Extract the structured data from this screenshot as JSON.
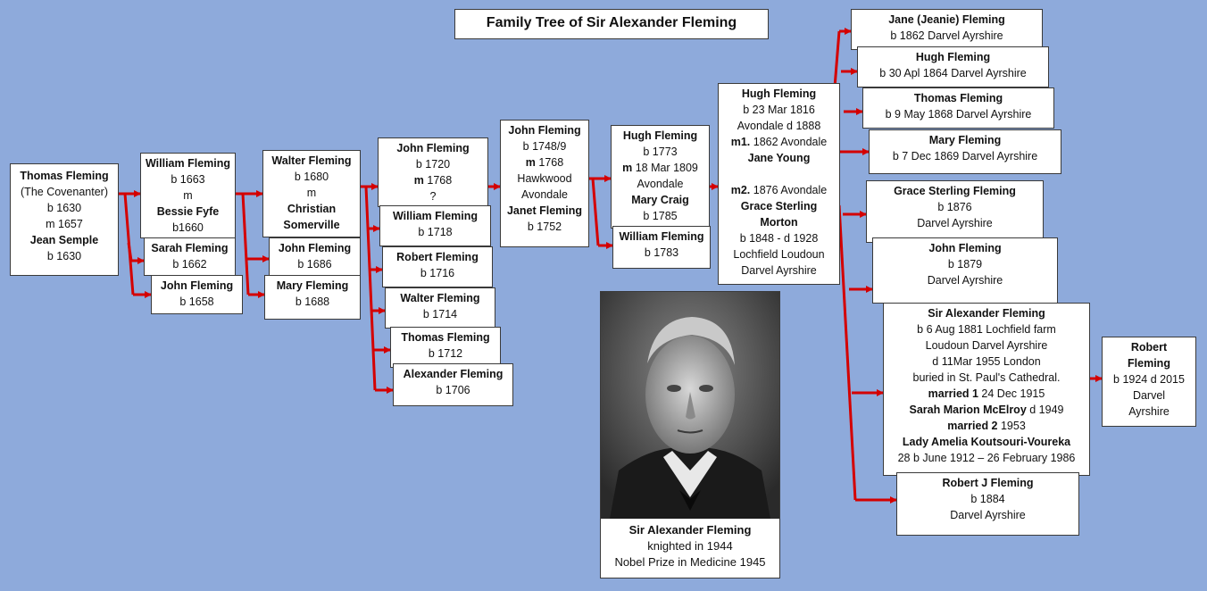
{
  "title": "Family Tree of Sir Alexander Fleming",
  "colors": {
    "background": "#8eaadb",
    "connector": "#d40000",
    "box": "#ffffff"
  },
  "boxes": {
    "thomas_covenanter": [
      {
        "t": "Thomas Fleming",
        "b": true
      },
      {
        "t": "(The Covenanter)"
      },
      {
        "t": "b 1630"
      },
      {
        "t": "m 1657"
      },
      {
        "t": "Jean Semple",
        "b": true
      },
      {
        "t": "b 1630"
      }
    ],
    "william_1663": [
      {
        "t": "William Fleming",
        "b": true
      },
      {
        "t": "b 1663"
      },
      {
        "t": "m"
      },
      {
        "t": "Bessie Fyfe",
        "b": true
      },
      {
        "t": "b1660"
      }
    ],
    "sarah_1662": [
      {
        "t": "Sarah Fleming",
        "b": true
      },
      {
        "t": "b 1662"
      }
    ],
    "john_1658": [
      {
        "t": "John Fleming",
        "b": true
      },
      {
        "t": "b 1658"
      }
    ],
    "walter_1680": [
      {
        "t": "Walter Fleming",
        "b": true
      },
      {
        "t": "b 1680"
      },
      {
        "t": "m"
      },
      {
        "t": "Christian",
        "b": true
      },
      {
        "t": "Somerville",
        "b": true
      }
    ],
    "john_1686": [
      {
        "t": "John Fleming",
        "b": true
      },
      {
        "t": "b 1686"
      }
    ],
    "mary_1688": [
      {
        "t": "Mary  Fleming",
        "b": true
      },
      {
        "t": "b 1688"
      }
    ],
    "john_1720": [
      {
        "t": "John Fleming",
        "b": true
      },
      {
        "t": "b 1720"
      },
      {
        "t": "m  1768",
        "mb": true
      },
      {
        "t": "?"
      }
    ],
    "william_1718": [
      {
        "t": "William Fleming",
        "b": true
      },
      {
        "t": "b 1718"
      }
    ],
    "robert_1716": [
      {
        "t": "Robert Fleming",
        "b": true
      },
      {
        "t": "b 1716"
      }
    ],
    "walter_1714": [
      {
        "t": "Walter Fleming",
        "b": true
      },
      {
        "t": "b 1714"
      }
    ],
    "thomas_1712": [
      {
        "t": "Thomas Fleming",
        "b": true
      },
      {
        "t": "b 1712"
      }
    ],
    "alexander_1706": [
      {
        "t": "Alexander Fleming",
        "b": true
      },
      {
        "t": "b 1706"
      }
    ],
    "john_1748": [
      {
        "t": "John Fleming",
        "b": true
      },
      {
        "t": "b 1748/9"
      },
      {
        "t": "m  1768",
        "mb": true
      },
      {
        "t": "Hawkwood"
      },
      {
        "t": "Avondale"
      },
      {
        "t": "Janet Fleming",
        "b": true
      },
      {
        "t": "b 1752"
      }
    ],
    "hugh_1773": [
      {
        "t": "Hugh Fleming",
        "b": true
      },
      {
        "t": "b 1773"
      },
      {
        "t": "m  18 Mar 1809",
        "mb": true
      },
      {
        "t": "Avondale"
      },
      {
        "t": "Mary Craig",
        "b": true
      },
      {
        "t": "b 1785"
      }
    ],
    "william_1783": [
      {
        "t": "William Fleming",
        "b": true
      },
      {
        "t": "b 1783"
      }
    ],
    "hugh_1816": [
      {
        "t": "Hugh Fleming",
        "b": true
      },
      {
        "t": "b 23 Mar 1816"
      },
      {
        "t": "Avondale d 1888"
      },
      {
        "t": "m1.  1862 Avondale",
        "mb": true
      },
      {
        "t": "Jane Young",
        "b": true
      },
      {
        "t": ""
      },
      {
        "t": "m2.  1876 Avondale",
        "mb": true
      },
      {
        "t": "Grace Sterling",
        "b": true
      },
      {
        "t": "Morton",
        "b": true
      },
      {
        "t": "b 1848  - d 1928"
      },
      {
        "t": "Lochfield Loudoun"
      },
      {
        "t": "Darvel Ayrshire"
      }
    ],
    "jane_1862": [
      {
        "t": "Jane (Jeanie) Fleming",
        "b": true
      },
      {
        "t": "b 1862  Darvel Ayrshire"
      }
    ],
    "hugh_1864": [
      {
        "t": "Hugh Fleming",
        "b": true
      },
      {
        "t": "b 30 Apl 1864  Darvel Ayrshire"
      }
    ],
    "thomas_1868": [
      {
        "t": "Thomas Fleming",
        "b": true
      },
      {
        "t": "b 9 May 1868  Darvel Ayrshire"
      }
    ],
    "mary_1869": [
      {
        "t": "Mary Fleming",
        "b": true
      },
      {
        "t": "b 7 Dec 1869  Darvel Ayrshire"
      }
    ],
    "grace_1876": [
      {
        "t": "Grace Sterling  Fleming",
        "b": true
      },
      {
        "t": "b 1876"
      },
      {
        "t": "Darvel Ayrshire"
      }
    ],
    "john_1879": [
      {
        "t": "John  Fleming",
        "b": true
      },
      {
        "t": "b 1879"
      },
      {
        "t": "Darvel Ayrshire"
      }
    ],
    "alexander_1881": [
      {
        "t": "Sir Alexander Fleming",
        "b": true
      },
      {
        "t": "b 6 Aug 1881  Lochfield farm"
      },
      {
        "t": "Loudoun Darvel Ayrshire"
      },
      {
        "t": "d 11Mar  1955  London"
      },
      {
        "t": "buried in St. Paul's Cathedral."
      },
      {
        "t": "married 1 24 Dec 1915",
        "m1": true
      },
      {
        "t": "Sarah Marion McElroy d 1949",
        "m2": true
      },
      {
        "t": "married 2 1953",
        "m3": true
      },
      {
        "t": "Lady Amelia Koutsouri-Voureka",
        "b": true
      },
      {
        "t": "28 b June 1912 – 26 February 1986"
      }
    ],
    "robert_1884": [
      {
        "t": "Robert J Fleming",
        "b": true
      },
      {
        "t": "b 1884"
      },
      {
        "t": "Darvel Ayrshire"
      }
    ],
    "robert_1924": [
      {
        "t": "Robert",
        "b": true
      },
      {
        "t": "Fleming",
        "b": true
      },
      {
        "t": "b 1924  d 2015"
      },
      {
        "t": "Darvel"
      },
      {
        "t": "Ayrshire"
      }
    ]
  },
  "photo": {
    "caption_name": "Sir Alexander Fleming",
    "caption_line2": "knighted  in 1944",
    "caption_line3": "Nobel Prize in Medicine 1945"
  }
}
